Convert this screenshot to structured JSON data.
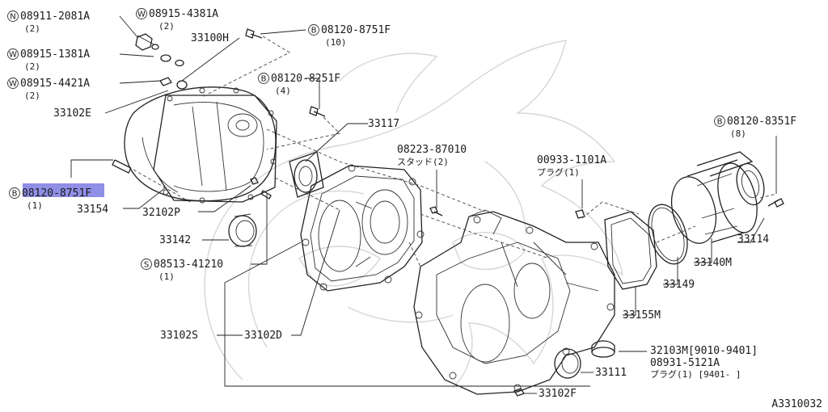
{
  "labels": {
    "n_08911": {
      "sym": "N",
      "code": "08911-2081A",
      "qty": "(2)"
    },
    "w_08915_4381": {
      "sym": "W",
      "code": "08915-4381A",
      "qty": "(2)"
    },
    "w_08915_1381": {
      "sym": "W",
      "code": "08915-1381A",
      "qty": "(2)"
    },
    "w_08915_4421": {
      "sym": "W",
      "code": "08915-4421A",
      "qty": "(2)"
    },
    "b_08120_8751_top": {
      "sym": "B",
      "code": "08120-8751F",
      "qty": "(10)"
    },
    "b_08120_8251": {
      "sym": "B",
      "code": "08120-8251F",
      "qty": "(4)"
    },
    "b_08120_8751_left": {
      "sym": "B",
      "code": "08120-8751F",
      "qty": "(1)"
    },
    "b_08120_8351": {
      "sym": "B",
      "code": "08120-8351F",
      "qty": "(8)"
    },
    "s_08513": {
      "sym": "S",
      "code": "08513-41210",
      "qty": "(1)"
    },
    "p_33100H": "33100H",
    "p_33102E": "33102E",
    "p_33117": "33117",
    "p_08223": "08223-87010",
    "p_08223_sub": "スタッド(2)",
    "p_00933": "00933-1101A",
    "p_00933_sub": "プラグ(1)",
    "p_33154": "33154",
    "p_32102P": "32102P",
    "p_33142": "33142",
    "p_33114": "33114",
    "p_33140M": "33140M",
    "p_33149": "33149",
    "p_33155M": "33155M",
    "p_33102S": "33102S",
    "p_33102D": "33102D",
    "p_32103M": "32103M[9010-9401]",
    "p_08931": "08931-5121A",
    "p_08931_sub": "プラグ(1) [9401-   ]",
    "p_33111": "33111",
    "p_33102F": "33102F",
    "diagram_code": "A3310032"
  },
  "colors": {
    "line": "#222222",
    "watermark": "#d6d6d6",
    "highlight": "#8f8fe6"
  }
}
